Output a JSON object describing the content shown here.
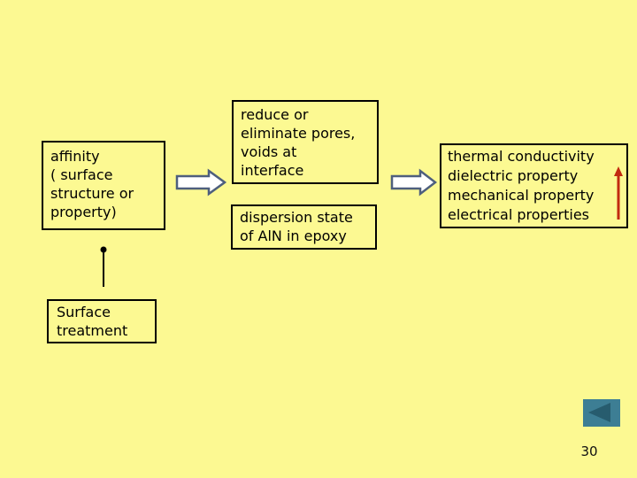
{
  "slide": {
    "page_number": "30",
    "colors": {
      "background": "#FCF992",
      "box_border": "#000000",
      "text": "#000000",
      "block_arrow_fill": "#FFFFFF",
      "block_arrow_stroke": "#4E5F7D",
      "up_arrow_red": "#C22B10",
      "connector_black": "#000000",
      "back_button_bg": "#3D7E94",
      "back_button_triangle": "#275C6E"
    }
  },
  "diagram": {
    "affinity_box": {
      "text": "affinity\n( surface\nstructure or\nproperty)"
    },
    "reduce_box": {
      "text": "reduce or\neliminate pores,\nvoids at\ninterface"
    },
    "dispersion_box": {
      "text": "dispersion state\nof AlN in epoxy"
    },
    "properties_box": {
      "text": "thermal conductivity\ndielectric property\nmechanical property\nelectrical properties"
    },
    "surface_box": {
      "text": "Surface\ntreatment"
    }
  },
  "icons": {
    "block_arrow_right": "white right block arrow",
    "red_up_arrow": "red upward arrow",
    "connector": "vertical line with dot head",
    "back_button": "teal left-triangle navigation button"
  }
}
